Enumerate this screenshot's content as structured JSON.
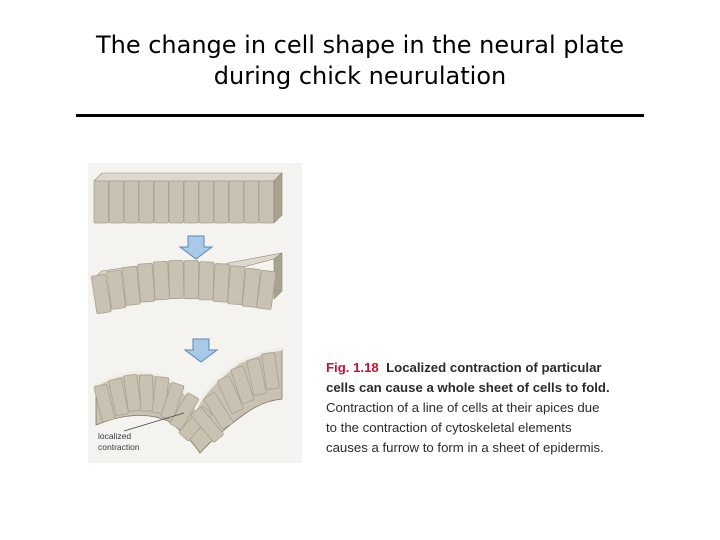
{
  "slide": {
    "title_line1": "The change in cell shape in the neural plate",
    "title_line2": "during chick neurulation"
  },
  "figure": {
    "annotation_line1": "localized",
    "annotation_line2": "contraction",
    "arrow_icon": "down-arrow-icon",
    "cell_color": "#c9c2b2",
    "cell_shade": "#a9a190",
    "arrow_color": "#a9c9e8"
  },
  "caption": {
    "fig_label": "Fig. 1.18",
    "lead_line1": "Localized contraction of particular",
    "lead_line2": "cells can cause a whole sheet of cells to fold.",
    "body_line1": "Contraction of a line of cells at their apices due",
    "body_line2": "to the contraction of cytoskeletal elements",
    "body_line3": "causes a furrow to form in a sheet of epidermis.",
    "label_color": "#c8102e"
  }
}
